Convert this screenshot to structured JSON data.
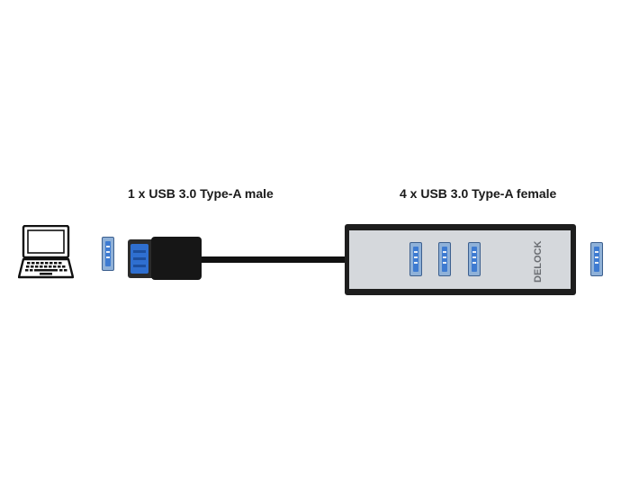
{
  "labels": {
    "male": "1 x USB 3.0 Type-A male",
    "female": "4 x USB 3.0 Type-A female"
  },
  "hub": {
    "brand": "DELOCK",
    "port_count": 4
  },
  "icons": {
    "laptop": "laptop-icon",
    "port": "usb-port-icon"
  },
  "colors": {
    "usb_blue": "#3e7bd1",
    "hub_silver": "#d5d8dc",
    "hub_frame": "#1e1e1e",
    "cable": "#111111"
  }
}
